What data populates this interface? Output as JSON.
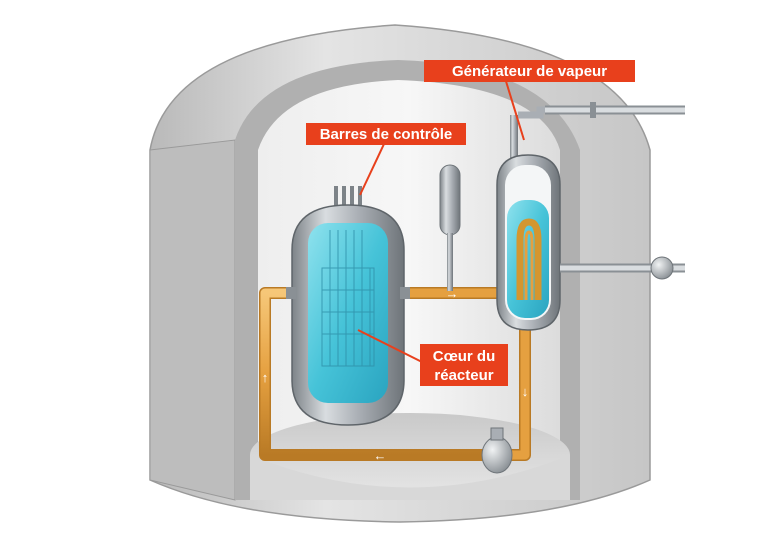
{
  "labels": {
    "steam_generator": "Générateur de vapeur",
    "control_rods": "Barres de contrôle",
    "reactor_core_line1": "Cœur du",
    "reactor_core_line2": "réacteur"
  },
  "flow_arrows": {
    "top": "→",
    "right": "↓",
    "bottom": "←",
    "left": "↑"
  },
  "colors": {
    "label_background": "#e8401c",
    "label_text": "#ffffff",
    "coolant_pipe": "#e5a040",
    "water": "#46c3d8",
    "concrete": "#d2d2d2",
    "steel": "#a9aeb4"
  },
  "icons": {
    "containment": "containment-building",
    "reactor_vessel": "pressure-vessel-icon",
    "steam_generator": "heat-exchanger-icon",
    "pressurizer": "pressurizer-icon",
    "pump": "pump-icon"
  }
}
